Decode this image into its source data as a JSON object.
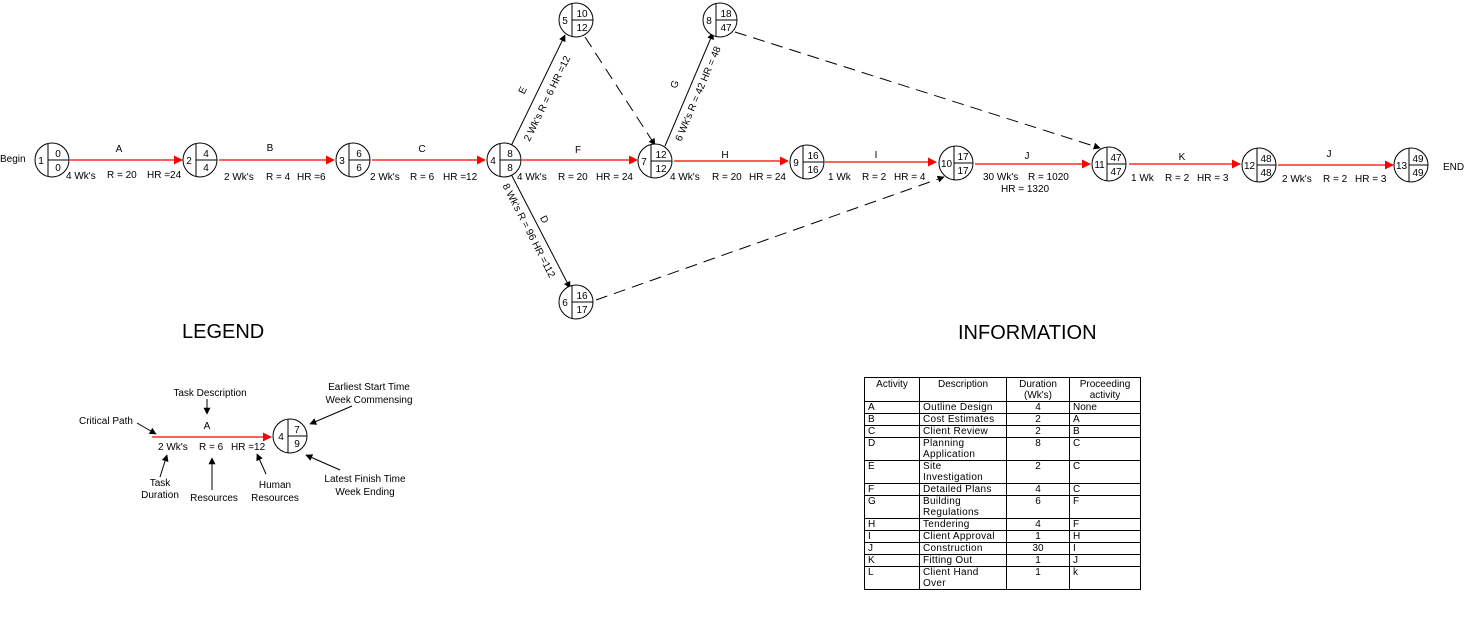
{
  "begin_label": "Begin",
  "end_label": "END",
  "colors": {
    "critical_path": "#ff0000",
    "line": "#000000",
    "background": "#ffffff"
  },
  "nodes": [
    {
      "id": "1",
      "est": "0",
      "lft": "0"
    },
    {
      "id": "2",
      "est": "4",
      "lft": "4"
    },
    {
      "id": "3",
      "est": "6",
      "lft": "6"
    },
    {
      "id": "4",
      "est": "8",
      "lft": "8"
    },
    {
      "id": "5",
      "est": "10",
      "lft": "12"
    },
    {
      "id": "6",
      "est": "16",
      "lft": "17"
    },
    {
      "id": "7",
      "est": "12",
      "lft": "12"
    },
    {
      "id": "8",
      "est": "18",
      "lft": "47"
    },
    {
      "id": "9",
      "est": "16",
      "lft": "16"
    },
    {
      "id": "10",
      "est": "17",
      "lft": "17"
    },
    {
      "id": "11",
      "est": "47",
      "lft": "47"
    },
    {
      "id": "12",
      "est": "48",
      "lft": "48"
    },
    {
      "id": "13",
      "est": "49",
      "lft": "49"
    }
  ],
  "activities": [
    {
      "letter": "A",
      "duration": "4 Wk's",
      "resources": "R = 20",
      "human": "HR =24"
    },
    {
      "letter": "B",
      "duration": "2 Wk's",
      "resources": "R = 4",
      "human": "HR =6"
    },
    {
      "letter": "C",
      "duration": "2 Wk's",
      "resources": "R = 6",
      "human": "HR =12"
    },
    {
      "letter": "F",
      "duration": "4 Wk's",
      "resources": "R = 20",
      "human": "HR = 24"
    },
    {
      "letter": "H",
      "duration": "4 Wk's",
      "resources": "R = 20",
      "human": "HR = 24"
    },
    {
      "letter": "I",
      "duration": "1 Wk",
      "resources": "R = 2",
      "human": "HR = 4"
    },
    {
      "letter": "J",
      "duration": "30 Wk's",
      "resources": "R = 1020",
      "human": "HR = 1320"
    },
    {
      "letter": "K",
      "duration": "1 Wk",
      "resources": "R = 2",
      "human": "HR = 3"
    },
    {
      "letter": "J",
      "duration": "2 Wk's",
      "resources": "R = 2",
      "human": "HR = 3"
    },
    {
      "letter": "E",
      "text": "2 Wk's   R = 6  HR =12"
    },
    {
      "letter": "D",
      "text": "8 Wk's   R = 96  HR =112"
    },
    {
      "letter": "G",
      "text": "6 Wk's   R = 42  HR = 48"
    }
  ],
  "legend": {
    "title": "LEGEND",
    "task_description": "Task Description",
    "critical_path": "Critical Path",
    "letter": "A",
    "duration": "2 Wk's",
    "resources": "R = 6",
    "human": "HR =12",
    "task_duration": [
      "Task",
      "Duration"
    ],
    "resources_label": "Resources",
    "human_resources": [
      "Human",
      "Resources"
    ],
    "earliest_start": [
      "Earliest Start Time",
      "Week Commensing"
    ],
    "latest_finish": [
      "Latest Finish Time",
      "Week Ending"
    ],
    "node": {
      "id": "4",
      "est": "7",
      "lft": "9"
    }
  },
  "information": {
    "title": "INFORMATION",
    "headers": [
      "Activity",
      "Description",
      "Duration (Wk's)",
      "Proceeding activity"
    ],
    "rows": [
      [
        "A",
        "Outline Design",
        "4",
        "None"
      ],
      [
        "B",
        "Cost Estimates",
        "2",
        "A"
      ],
      [
        "C",
        "Client Review",
        "2",
        "B"
      ],
      [
        "D",
        "Planning Application",
        "8",
        "C"
      ],
      [
        "E",
        "Site Investigation",
        "2",
        "C"
      ],
      [
        "F",
        "Detailed Plans",
        "4",
        "C"
      ],
      [
        "G",
        "Building Regulations",
        "6",
        "F"
      ],
      [
        "H",
        "Tendering",
        "4",
        "F"
      ],
      [
        "I",
        "Client Approval",
        "1",
        "H"
      ],
      [
        "J",
        "Construction",
        "30",
        "I"
      ],
      [
        "K",
        "Fitting Out",
        "1",
        "J"
      ],
      [
        "L",
        "Client Hand Over",
        "1",
        "k"
      ]
    ]
  }
}
